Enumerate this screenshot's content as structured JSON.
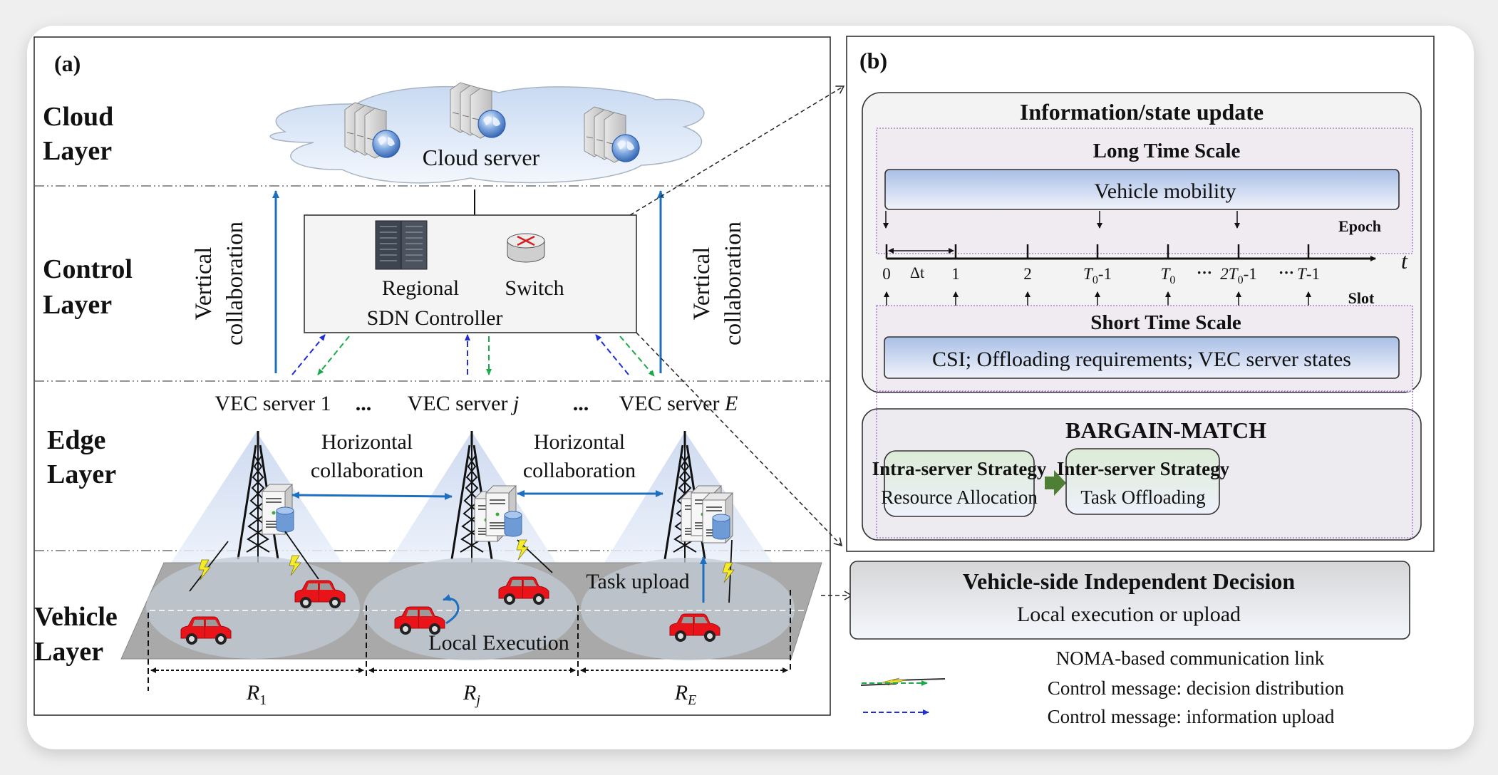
{
  "panel_a": {
    "label": "(a)",
    "layers": [
      {
        "line1": "Cloud",
        "line2": "Layer"
      },
      {
        "line1": "Control",
        "line2": "Layer"
      },
      {
        "line1": "Edge",
        "line2": "Layer"
      },
      {
        "line1": "Vehicle",
        "line2": "Layer"
      }
    ],
    "cloud_label": "Cloud server",
    "controller": {
      "line1": "Regional",
      "line2": "SDN Controller",
      "switch_label": "Switch"
    },
    "vertical_collab": {
      "line1": "Vertical",
      "line2": "collaboration"
    },
    "vec_servers": [
      {
        "prefix": "VEC server ",
        "suffix": "1",
        "suffix_italic": false
      },
      {
        "prefix": "VEC server ",
        "suffix": "j",
        "suffix_italic": true
      },
      {
        "prefix": "VEC server ",
        "suffix": "E",
        "suffix_italic": true
      }
    ],
    "ellipsis": "...",
    "horizontal_collab": {
      "line1": "Horizontal",
      "line2": "collaboration"
    },
    "task_upload": "Task upload",
    "local_execution": "Local Execution",
    "ranges": [
      {
        "base": "R",
        "sub": "1"
      },
      {
        "base": "R",
        "sub": "j"
      },
      {
        "base": "R",
        "sub": "E"
      }
    ]
  },
  "panel_b": {
    "label": "(b)",
    "info_title": "Information/state update",
    "long_scale": {
      "title": "Long Time Scale",
      "box": "Vehicle mobility",
      "epoch_label": "Epoch"
    },
    "timeline": {
      "axis_label": "t",
      "delta": "Δt",
      "ticks": [
        {
          "main": "0",
          "sub": "",
          "tail": "",
          "italic": false
        },
        {
          "main": "1",
          "sub": "",
          "tail": "",
          "italic": false
        },
        {
          "main": "2",
          "sub": "",
          "tail": "",
          "italic": false
        },
        {
          "main": "T",
          "sub": "0",
          "tail": "-1",
          "italic": true
        },
        {
          "main": "T",
          "sub": "0",
          "tail": "",
          "italic": true
        },
        {
          "main": "2T",
          "sub": "0",
          "tail": "-1",
          "italic": true
        },
        {
          "main": "T",
          "sub": "",
          "tail": "-1",
          "italic": true
        }
      ],
      "dots": "···",
      "slot_label": "Slot"
    },
    "short_scale": {
      "title": "Short Time Scale",
      "box": "CSI; Offloading requirements; VEC server states"
    },
    "bargain": {
      "title": "BARGAIN-MATCH",
      "intra": {
        "title": "Intra-server Strategy",
        "sub": "Resource Allocation"
      },
      "inter": {
        "title": "Inter-server Strategy",
        "sub": "Task Offloading"
      }
    }
  },
  "vehicle_decision": {
    "title": "Vehicle-side Independent Decision",
    "sub": "Local execution or upload"
  },
  "legend": [
    {
      "icon": "lightning-link-icon",
      "label": "NOMA-based communication link"
    },
    {
      "icon": "green-dashed-arrow-icon",
      "label": "Control message: decision distribution",
      "color": "#1aaa4a"
    },
    {
      "icon": "blue-dashed-arrow-icon",
      "label": "Control message: information upload",
      "color": "#1e2ed8"
    }
  ],
  "colors": {
    "collab_blue": "#1f6fbf",
    "decision_green": "#1aaa4a",
    "upload_blue": "#1e2ed8",
    "car_red": "#e8141a",
    "match_arrow_green": "#4e7f35"
  }
}
